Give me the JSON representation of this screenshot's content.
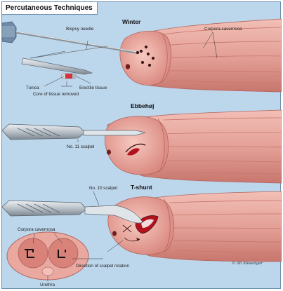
{
  "title": "Percutaneous Techniques",
  "sections": {
    "winter": "Winter",
    "ebbehoj": "Ebbehøj",
    "tshunt": "T-shunt"
  },
  "labels": {
    "biopsy_needle": "Biopsy needle",
    "corpora_cavernosa_top": "Corpora cavernosa",
    "tunica": "Tunica",
    "erectile_tissue": "Erectile tissue",
    "core_removed": "Core of tissue removed",
    "no11_scalpel": "No. 11 scalpel",
    "no10_scalpel": "No. 10 scalpel",
    "corpora_cavernosa_cross": "Corpora cavernosa",
    "direction_rotation": "Direction of scalpel rotation",
    "urethra": "Urethra"
  },
  "signature": "© 06 Mesenger",
  "colors": {
    "background": "#bcd6ec",
    "skin": "#e7a79f",
    "skin_dark": "#c9776f",
    "glans": "#f0b6ad",
    "metal": "#b9c1c8",
    "wound": "#b3121d"
  }
}
